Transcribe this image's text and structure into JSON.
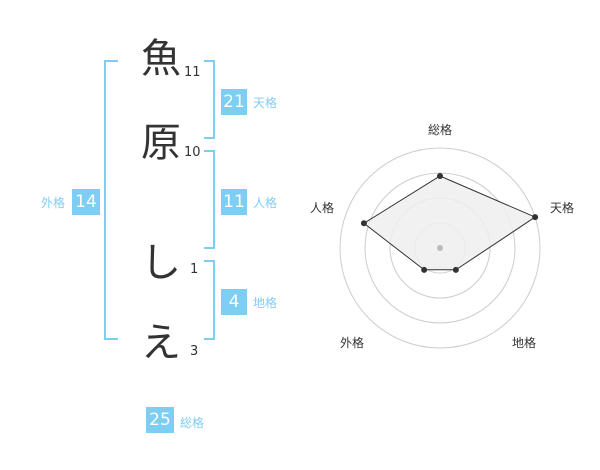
{
  "name": {
    "chars": [
      {
        "char": "魚",
        "strokes": "11"
      },
      {
        "char": "原",
        "strokes": "10"
      },
      {
        "char": "し",
        "strokes": "1"
      },
      {
        "char": "え",
        "strokes": "3"
      }
    ]
  },
  "fortune": {
    "tenkaku": {
      "value": "21",
      "label": "天格"
    },
    "jinkaku": {
      "value": "11",
      "label": "人格"
    },
    "chikaku": {
      "value": "4",
      "label": "地格"
    },
    "gaikaku": {
      "value": "14",
      "label": "外格"
    },
    "soukaku": {
      "value": "25",
      "label": "総格"
    }
  },
  "radar": {
    "axes": [
      "総格",
      "天格",
      "地格",
      "外格",
      "人格"
    ],
    "levels": 4,
    "values": [
      0.72,
      1.0,
      0.27,
      0.27,
      0.8
    ],
    "colors": {
      "fill": "#eeeeee",
      "stroke": "#333333",
      "grid": "#cccccc",
      "center": "#bbbbbb"
    }
  }
}
